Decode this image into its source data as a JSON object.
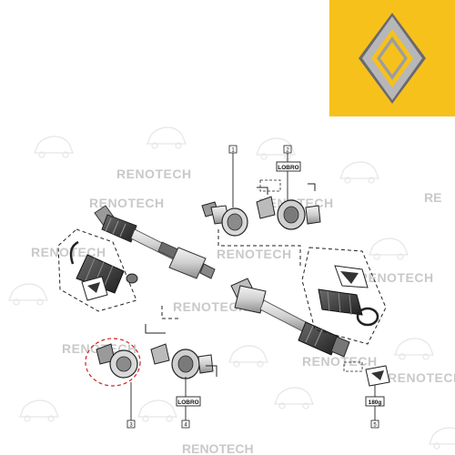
{
  "brand": {
    "accent": "#F7C11C",
    "logo_fill": "#A9A9AB",
    "logo_shadow": "#5F5F62"
  },
  "watermarks": [
    "RENOTECH",
    "RENOTECH",
    "RENOTECH",
    "RENOTECH",
    "RENOTECH",
    "RENOTECH",
    "RENOTECH",
    "RENOTECH",
    "RENOTECH",
    "RENOTECH"
  ],
  "callouts": {
    "c1": "1",
    "c2": "2",
    "c3": "3",
    "c4": "4",
    "c5": "5"
  },
  "tags": {
    "lobro_top": "LOBRO",
    "lobro_bottom": "LOBRO",
    "grease": "180g"
  }
}
